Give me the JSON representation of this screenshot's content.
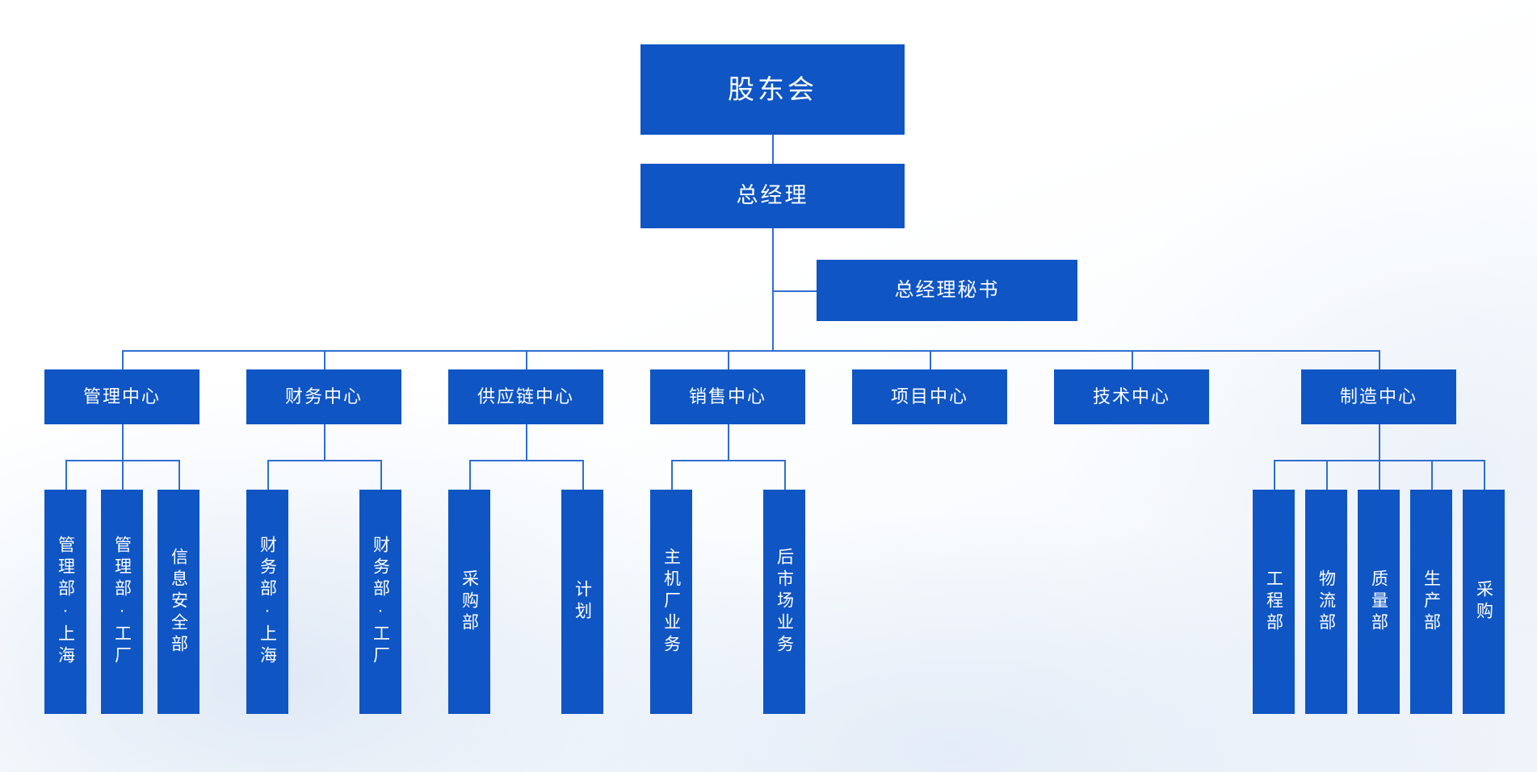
{
  "chart_data": {
    "type": "diagram",
    "subtype": "org-chart",
    "title": "",
    "orientation": "top-down",
    "node_color": "#0f55c4",
    "line_color": "#2f6fd0",
    "text_color": "#ffffff",
    "background_color": "#ffffff"
  },
  "colors": {
    "node_fill": "#0f55c4",
    "connector": "#2f6fd0",
    "node_text": "#ffffff",
    "background": "#ffffff"
  },
  "nodes": {
    "root": {
      "label": "股东会"
    },
    "gm": {
      "label": "总经理"
    },
    "secretary": {
      "label": "总经理秘书"
    },
    "centers": [
      {
        "label": "管理中心"
      },
      {
        "label": "财务中心"
      },
      {
        "label": "供应链中心"
      },
      {
        "label": "销售中心"
      },
      {
        "label": "项目中心"
      },
      {
        "label": "技术中心"
      },
      {
        "label": "制造中心"
      }
    ],
    "management_depts": [
      {
        "label": "管理部·上海"
      },
      {
        "label": "管理部·工厂"
      },
      {
        "label": "信息安全部"
      }
    ],
    "finance_depts": [
      {
        "label": "财务部·上海"
      },
      {
        "label": "财务部·工厂"
      }
    ],
    "supplychain_depts": [
      {
        "label": "采购部"
      },
      {
        "label": "计划"
      }
    ],
    "sales_depts": [
      {
        "label": "主机厂业务"
      },
      {
        "label": "后市场业务"
      }
    ],
    "manufacturing_depts": [
      {
        "label": "工程部"
      },
      {
        "label": "物流部"
      },
      {
        "label": "质量部"
      },
      {
        "label": "生产部"
      },
      {
        "label": "采购"
      }
    ]
  }
}
